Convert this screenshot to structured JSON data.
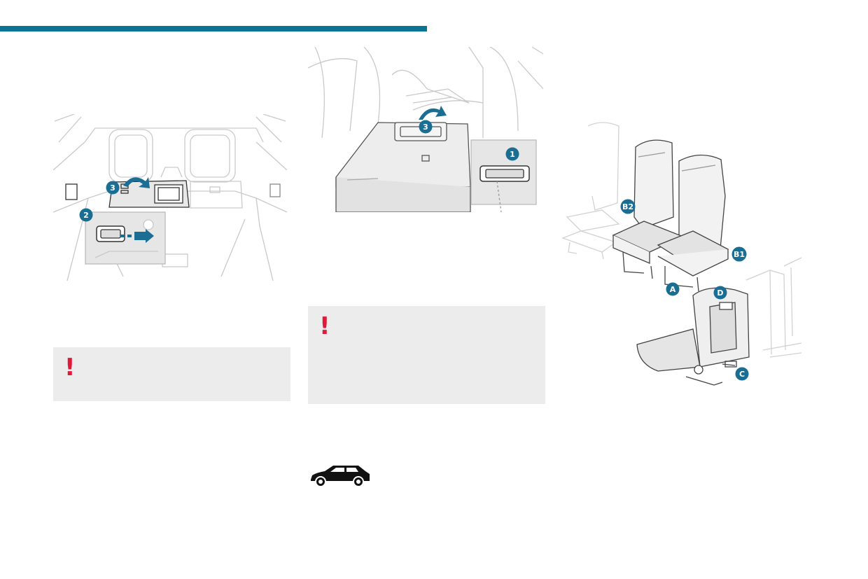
{
  "colors": {
    "accent": "#0a7396",
    "marker": "#1b6e93",
    "warning": "#e0193a",
    "panel": "#ececec",
    "line": "#c9c9c9"
  },
  "figure_boot_floor": {
    "markers": [
      {
        "label": "3"
      },
      {
        "label": "2"
      }
    ]
  },
  "figure_armrest": {
    "markers": [
      {
        "label": "3"
      },
      {
        "label": "1"
      }
    ]
  },
  "figure_seats": {
    "markers": [
      {
        "label": "B2"
      },
      {
        "label": "B1"
      },
      {
        "label": "A"
      },
      {
        "label": "D"
      },
      {
        "label": "C"
      }
    ]
  },
  "warning_left": {
    "symbol": "!"
  },
  "warning_center": {
    "symbol": "!"
  },
  "icons": {
    "car": "car-silhouette-icon",
    "warning": "exclamation-icon",
    "rotate": "curved-arrow-icon"
  }
}
